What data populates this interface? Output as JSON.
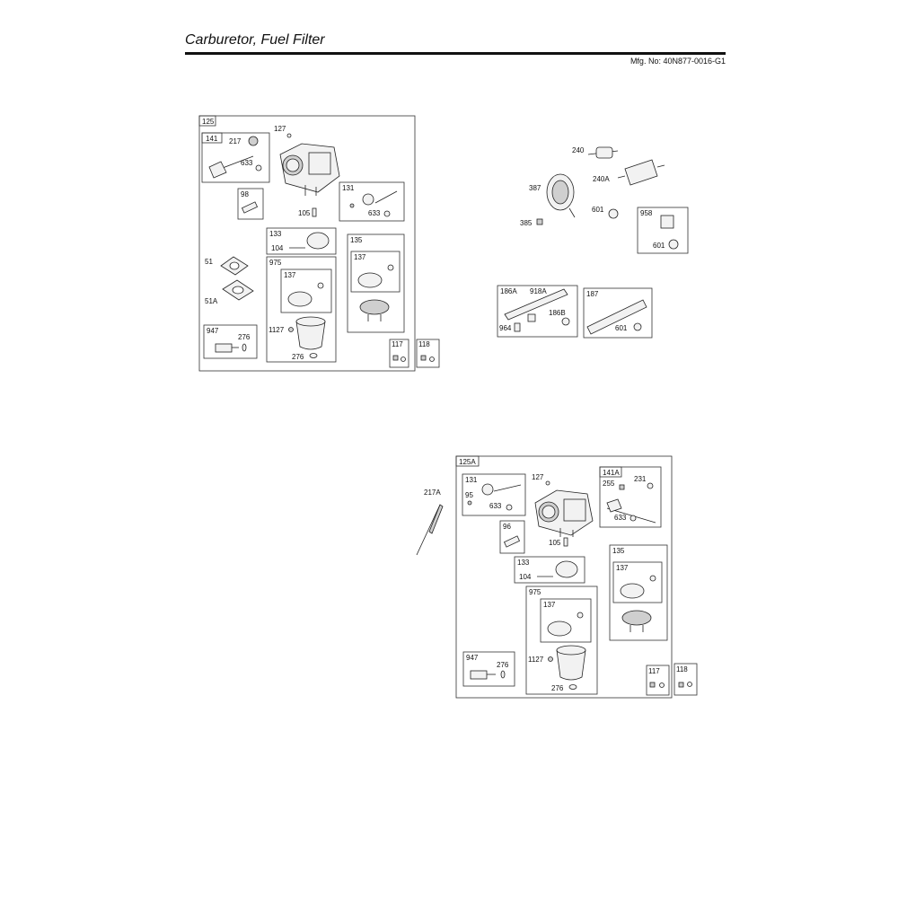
{
  "header": {
    "title": "Carburetor, Fuel Filter",
    "mfg": "Mfg. No: 40N877-0016-G1"
  },
  "labels": {
    "g125": "125",
    "g141": "141",
    "n217": "217",
    "n633a": "633",
    "n127a": "127",
    "g98": "98",
    "g131": "131",
    "n105a": "105",
    "n633b": "633",
    "g133": "133",
    "n104a": "104",
    "g135": "135",
    "g137a": "137",
    "n51": "51",
    "n51A": "51A",
    "g975": "975",
    "g137b": "137",
    "g947": "947",
    "n276a": "276",
    "n1127a": "1127",
    "n276b": "276",
    "g117": "117",
    "g118": "118",
    "n240": "240",
    "n387": "387",
    "n240A": "240A",
    "n601a": "601",
    "g958": "958",
    "n385": "385",
    "n601b": "601",
    "g186A": "186A",
    "n918A": "918A",
    "n186B": "186B",
    "n964": "964",
    "g187": "187",
    "n601c": "601",
    "g125A": "125A",
    "n127b": "127",
    "g141A": "141A",
    "n231": "231",
    "n255": "255",
    "n217A": "217A",
    "g131b": "131",
    "n95": "95",
    "n633c": "633",
    "n633d": "633",
    "g96": "96",
    "n105b": "105",
    "g133b": "133",
    "n104b": "104",
    "g135b": "135",
    "g137c": "137",
    "g975b": "975",
    "g137d": "137",
    "g947b": "947",
    "n276c": "276",
    "n1127b": "1127",
    "n276d": "276",
    "g117b": "117",
    "g118b": "118"
  }
}
